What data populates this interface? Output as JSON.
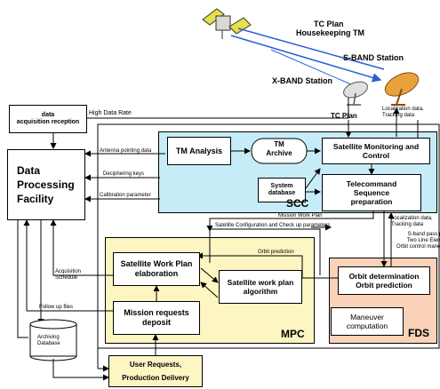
{
  "external": {
    "tc_plan_top": "TC Plan",
    "housekeeping_tm": "Housekeeping TM",
    "s_band_station": "S-BAND Station",
    "x_band_station": "X-BAND Station",
    "high_data_rate": "High Data Rate",
    "tc_plan_down": "TC Plan",
    "localization_tracking_top": "Localization data,\nTracking data"
  },
  "left": {
    "data_acquisition_reception": "data\nacquisition reception",
    "data_processing_facility": "Data\nProcessing\nFacility",
    "archiving_database": "Archiving\nDatabase",
    "user_requests": "User Requests,",
    "production_delivery": "Production Delivery"
  },
  "flows": {
    "antenna_pointing_data": "Antenna pointing data",
    "deciphering_keys": "Deciphering keys",
    "calibration_parameter": "Calibration parameter",
    "mission_work_plan": "Mission Work Plan",
    "satellite_config": "Satellite Configuration and Check up parameters",
    "acquisition_schedule": "Acquisition\nSchedule",
    "follow_up_files": "Follow up files",
    "orbit_prediction": "Orbit prediction",
    "localization_tracking_fds": "Localization data,\nTracking data",
    "s_band_pass_plan": "S-band pass plan,\nTwo Line Element,\nOrbit control maneuver"
  },
  "scc": {
    "label": "SCC",
    "tm_analysis": "TM Analysis",
    "tm_archive": "TM\nArchive",
    "system_database": "System\ndatabase",
    "satellite_monitoring": "Satellite Monitoring and\nControl",
    "telecommand": "Telecommand\nSequence\npreparation"
  },
  "mpc": {
    "label": "MPC",
    "work_plan_elaboration": "Satellite Work Plan\nelaboration",
    "work_plan_algorithm": "Satellite work plan\nalgorithm",
    "mission_requests_deposit": "Mission requests\ndeposit"
  },
  "fds": {
    "label": "FDS",
    "orbit_determination": "Orbit determination\nOrbit prediction",
    "maneuver_computation": "Maneuver\ncomputation"
  },
  "colors": {
    "scc_fill": "#c6ecf8",
    "mpc_fill": "#fdf5c2",
    "fds_fill": "#f9d2b8",
    "uplink_line": "#2a5fd6",
    "user_box_fill": "#fdf5c2"
  },
  "icons": [
    "satellite-icon",
    "s-band-antenna-icon",
    "x-band-antenna-icon",
    "database-cylinder-icon"
  ]
}
